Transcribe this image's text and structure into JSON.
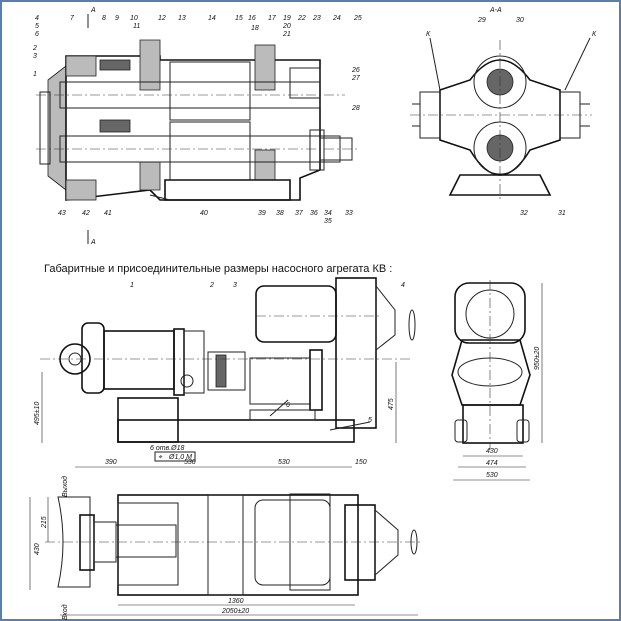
{
  "section_view": {
    "section_label_a": "А",
    "part_numbers_top": [
      "4",
      "5",
      "6",
      "2",
      "3",
      "1",
      "7",
      "8",
      "9",
      "10",
      "11",
      "12",
      "13",
      "14",
      "15",
      "16",
      "17",
      "18",
      "19",
      "20",
      "21",
      "22",
      "23",
      "24",
      "25",
      "26",
      "27",
      "28"
    ],
    "part_numbers_bottom": [
      "43",
      "42",
      "41",
      "40",
      "39",
      "38",
      "37",
      "36",
      "34",
      "35",
      "33"
    ]
  },
  "cross_section": {
    "title": "А-А",
    "labels": [
      "К",
      "К",
      "29",
      "30",
      "32",
      "31"
    ]
  },
  "assembly": {
    "title": "Габаритные и присоединительные размеры насосного агрегата КВ :",
    "part_numbers": [
      "1",
      "2",
      "3",
      "4",
      "5",
      "6"
    ],
    "dims": {
      "height_axis": "495±10",
      "shaft_height": "475",
      "d1": "390",
      "d2": "530",
      "d3": "530",
      "d4": "150",
      "holes": "6 отв.Ø18",
      "tolerance": "Ø1,0 M",
      "tolerance_symbol": "⌖"
    }
  },
  "side_view": {
    "dims": {
      "height": "950±20",
      "w1": "430",
      "w2": "474",
      "w3": "530"
    }
  },
  "plan_view": {
    "dims": {
      "w215": "215",
      "w430": "430",
      "len1360": "1360",
      "len_total": "2050±20"
    },
    "outlet_label": "Выход",
    "inlet_label": "Вход"
  }
}
